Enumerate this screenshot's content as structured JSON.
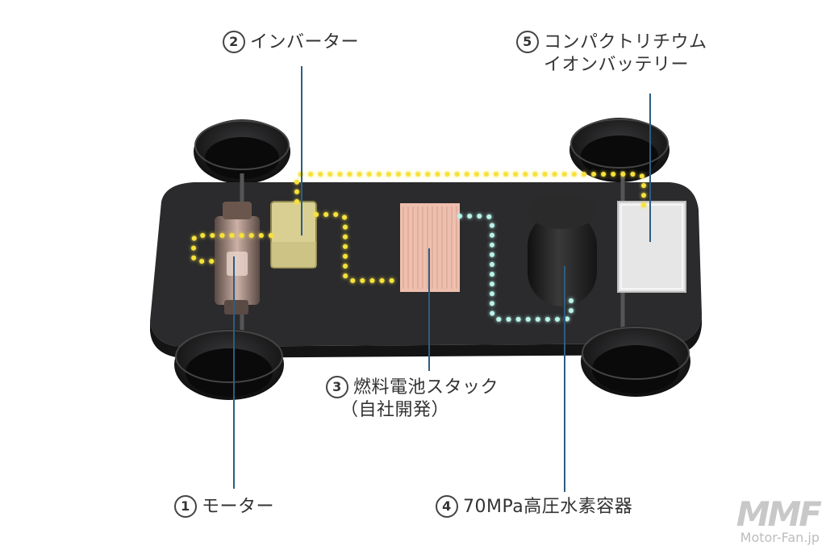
{
  "labels": {
    "inverter": {
      "num": "2",
      "text": "インバーター"
    },
    "battery": {
      "num": "5",
      "line1": "コンパクトリチウム",
      "line2": "イオンバッテリー"
    },
    "fuel_cell": {
      "num": "3",
      "line1": "燃料電池スタック",
      "line2": "（自社開発）"
    },
    "motor": {
      "num": "1",
      "text": "モーター"
    },
    "tank": {
      "num": "4",
      "text": "70MPa高圧水素容器"
    }
  },
  "watermark": {
    "logo": "MMF",
    "site": "Motor-Fan.jp"
  },
  "colors": {
    "chassis": "#2b2b2d",
    "tire": "#1c1c1e",
    "yellow_dots": "#f6e23a",
    "cyan_dots": "#b8f4ea",
    "inverter": "#d9cf92",
    "fuel_cell": "#eebfae",
    "battery": "#e6e6e6",
    "leader": "#2d5d82"
  }
}
